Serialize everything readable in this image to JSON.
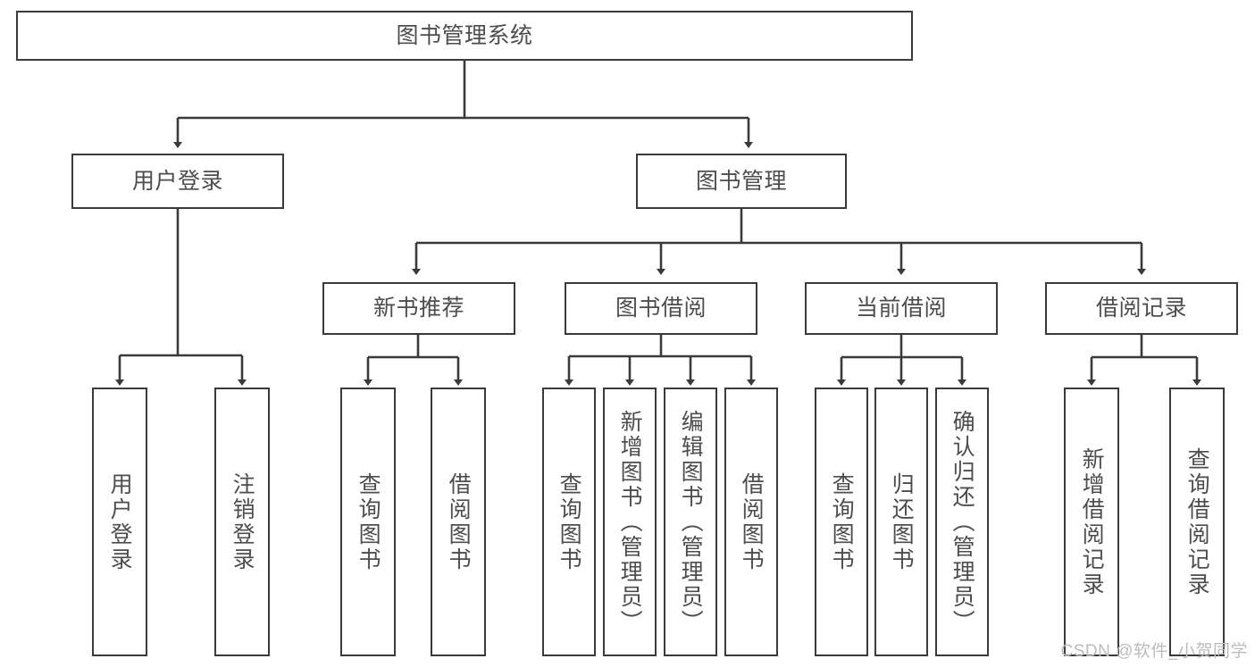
{
  "diagram": {
    "title": "图书管理系统",
    "root": {
      "id": "root",
      "label": "图书管理系统"
    },
    "level1": [
      {
        "id": "user-login",
        "label": "用户登录"
      },
      {
        "id": "book-management",
        "label": "图书管理"
      }
    ],
    "level2": [
      {
        "id": "new-book-recommend",
        "label": "新书推荐",
        "parent": "book-management"
      },
      {
        "id": "book-borrow",
        "label": "图书借阅",
        "parent": "book-management"
      },
      {
        "id": "current-borrow",
        "label": "当前借阅",
        "parent": "book-management"
      },
      {
        "id": "borrow-record",
        "label": "借阅记录",
        "parent": "book-management"
      }
    ],
    "leaves": [
      {
        "id": "leaf-user-login",
        "label": "用户登录",
        "parent": "user-login"
      },
      {
        "id": "leaf-logout-login",
        "label": "注销登录",
        "parent": "user-login"
      },
      {
        "id": "leaf-query-book-1",
        "label": "查询图书",
        "parent": "new-book-recommend"
      },
      {
        "id": "leaf-borrow-book-1",
        "label": "借阅图书",
        "parent": "new-book-recommend"
      },
      {
        "id": "leaf-query-book-2",
        "label": "查询图书",
        "parent": "book-borrow"
      },
      {
        "id": "leaf-add-book",
        "label": "新增图书（管理员）",
        "parent": "book-borrow"
      },
      {
        "id": "leaf-edit-book",
        "label": "编辑图书（管理员）",
        "parent": "book-borrow"
      },
      {
        "id": "leaf-borrow-book-2",
        "label": "借阅图书",
        "parent": "book-borrow"
      },
      {
        "id": "leaf-query-book-3",
        "label": "查询图书",
        "parent": "current-borrow"
      },
      {
        "id": "leaf-return-book",
        "label": "归还图书",
        "parent": "current-borrow"
      },
      {
        "id": "leaf-confirm-return",
        "label": "确认归还（管理员）",
        "parent": "current-borrow"
      },
      {
        "id": "leaf-add-record",
        "label": "新增借阅记录",
        "parent": "borrow-record"
      },
      {
        "id": "leaf-query-record",
        "label": "查询借阅记录",
        "parent": "borrow-record"
      }
    ],
    "watermark": "CSDN @软件_小贺同学",
    "colors": {
      "box_border": "#3a3a3a",
      "text": "#4d4d4d",
      "background": "#ffffff",
      "watermark": "#bcbcbc"
    }
  }
}
